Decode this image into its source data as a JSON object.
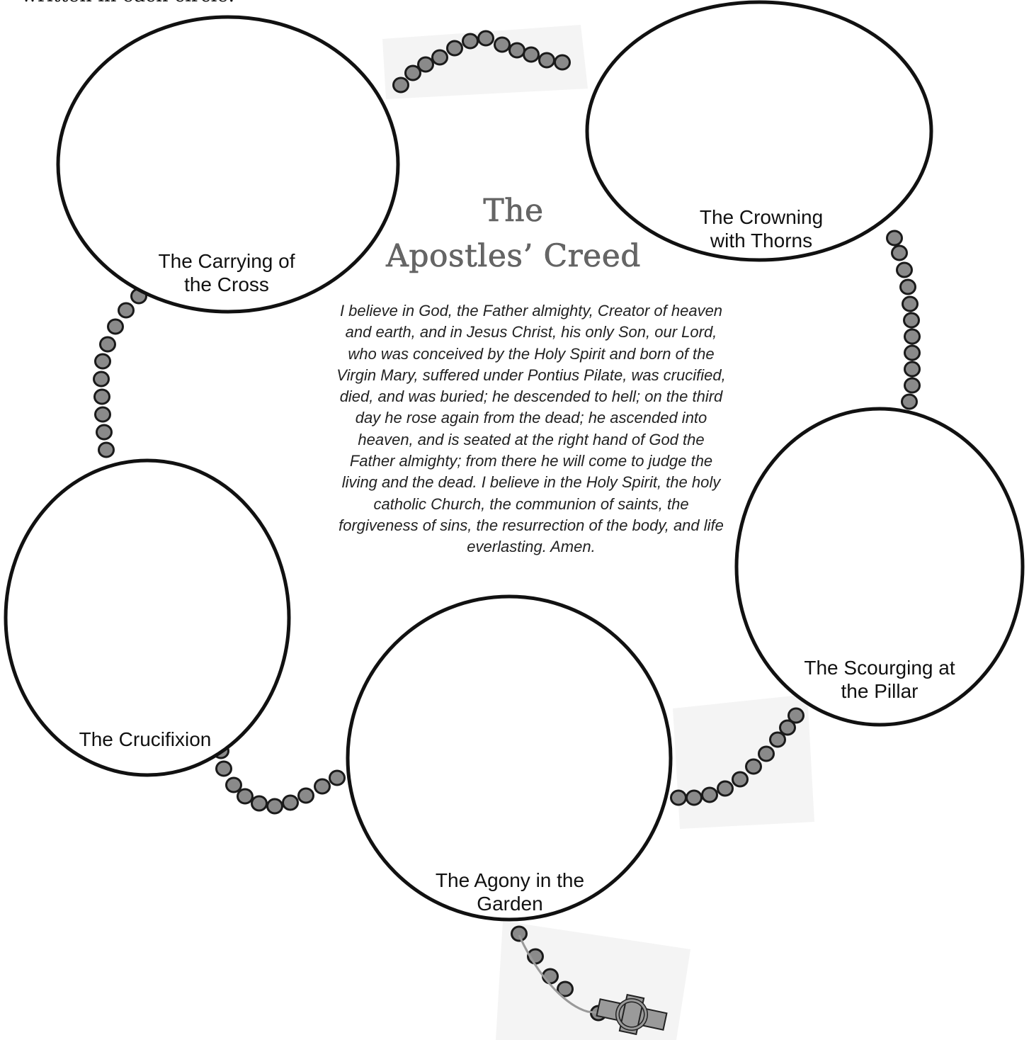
{
  "header": {
    "fragment": "written in each circle."
  },
  "title": {
    "line1": "The",
    "line2": "Apostles’ Creed"
  },
  "creed_text": "I believe in God, the Father almighty, Creator of heaven and earth, and in Jesus Christ, his only Son, our Lord, who was conceived by the Holy Spirit and born of the Virgin Mary, suffered under Pontius Pilate, was crucified, died, and was buried; he descended to hell; on the third day he rose again from the dead; he ascended into heaven, and is seated at the right hand of God the Father almighty; from there he will come to judge the living and the dead. I believe in the Holy Spirit, the holy catholic Church, the communion of saints, the forgiveness of sins, the resurrection of the body, and life everlasting. Amen.",
  "mysteries": {
    "agony": "The Agony in the\nGarden",
    "scourging": "The Scourging at\nthe Pillar",
    "crowning": "The Crowning\nwith Thorns",
    "carrying": "The Carrying of\nthe Cross",
    "crucifixion": "The Crucifixion"
  },
  "colors": {
    "bead_fill": "#8a8a8a",
    "bead_stroke": "#1a1a1a",
    "circle_stroke": "#111111",
    "title_color": "#666666"
  }
}
